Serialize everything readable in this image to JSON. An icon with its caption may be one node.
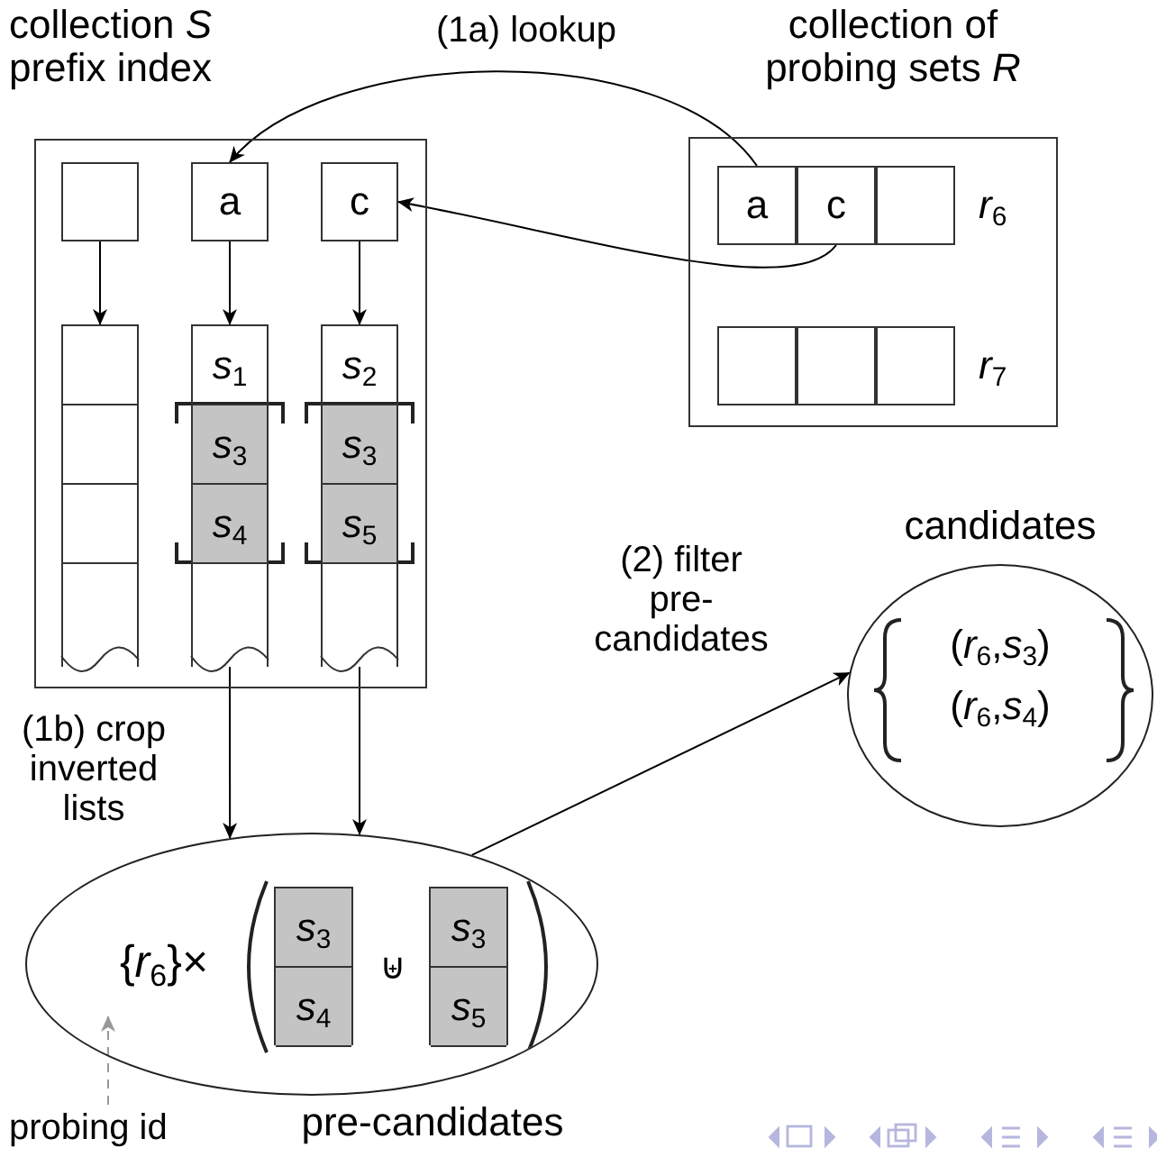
{
  "diagram": {
    "nodes": [
      {
        "text": [
          "collection *S* prefix index"
        ]
      },
      {
        "text": [],
        "shape": "box",
        "in": 0
      },
      {
        "text": [
          "a"
        ],
        "in": 0
      },
      {
        "text": [
          "c"
        ],
        "in": 0
      },
      {
        "text": [],
        "shape": "bar",
        "in": 0
      },
      {
        "text": [
          "*s*$_{1}$",
          "*s*$_{3}$",
          "*s*$_{4}$"
        ],
        "in": 0
      },
      {
        "text": [
          "*s*$_{2}$",
          "*s*$_{3}$",
          "*s*$_{5}$"
        ],
        "in": 0
      },
      {
        "text": [
          "collection of probing sets *R*"
        ]
      },
      {
        "text": [
          "a"
        ],
        "in": 7
      },
      {
        "text": [
          "c"
        ],
        "in": 7
      },
      {
        "text": [],
        "shape": "box",
        "in": 7
      },
      {
        "text": [],
        "shape": "box",
        "in": 7
      },
      {
        "text": [],
        "shape": "box",
        "in": 7
      },
      {
        "text": [],
        "shape": "box",
        "in": 7
      },
      {
        "text": [
          "{*r*$_{6}$}×",
          "⊎"
        ],
        "beside": [
          "pre-candidates"
        ]
      },
      {
        "text": [
          "*s*$_{3}$",
          "*s*$_{4}$"
        ],
        "in": 14
      },
      {
        "text": [
          "*s*$_{3}$",
          "*s*$_{5}$"
        ],
        "in": 14
      },
      {
        "text": [
          "probing id"
        ]
      },
      {
        "text": [
          "candidates",
          "(*r*$_{6}$,*s*$_{3}$)",
          "(*r*$_{6}$,*s*$_{4}$)"
        ]
      }
    ],
    "edges": [
      {
        "from": 8,
        "to": 2,
        "arrow": "to",
        "label": "(1a) lookup"
      },
      {
        "from": 9,
        "to": 3,
        "arrow": "to"
      },
      {
        "from": 1,
        "to": 4,
        "arrow": "to"
      },
      {
        "from": 2,
        "to": 5,
        "arrow": "to"
      },
      {
        "from": 3,
        "to": 6,
        "arrow": "to"
      },
      {
        "from": 5,
        "to": 14,
        "arrow": "to",
        "label": "(1b) crop inverted lists"
      },
      {
        "from": 6,
        "to": 14,
        "arrow": "to"
      },
      {
        "from": 14,
        "to": 18,
        "arrow": "to",
        "label": "(2) filter pre-candidates"
      },
      {
        "from": 17,
        "to": null,
        "arrow": "to",
        "style": "dashed",
        "color": "#999999"
      }
    ],
    "labels": [
      "*r*$_{6}$",
      "*r*$_{7}$"
    ]
  }
}
